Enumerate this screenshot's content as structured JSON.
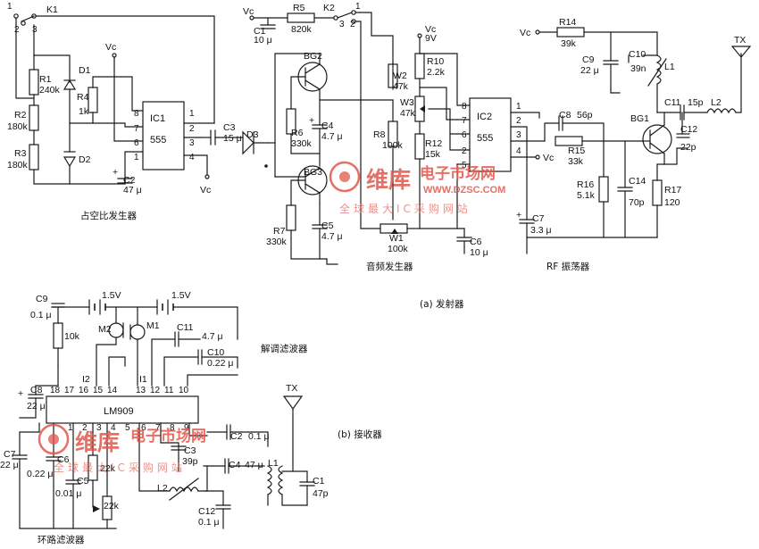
{
  "watermark": {
    "brand": "维库",
    "name": "电子市场网",
    "url": "WWW.DZSC.COM",
    "slogan": "全球最大IC采购网站"
  },
  "captions": {
    "duty_generator": "占空比发生器",
    "audio_generator": "音频发生器",
    "rf_oscillator": "RF 振荡器",
    "transmitter": "(a) 发射器",
    "demod_filter": "解调滤波器",
    "receiver": "(b) 接收器",
    "loop_filter": "环路滤波器"
  },
  "supplies": {
    "vc": "Vc",
    "v9": "9V",
    "v15": "1.5V"
  },
  "antenna": "TX",
  "switch_pins": {
    "p1": "1",
    "p2": "2",
    "p3": "3"
  },
  "transmitter": {
    "K1": "K1",
    "K2": "K2",
    "R1": "R1",
    "R1v": "240k",
    "R2": "R2",
    "R2v": "180k",
    "R3": "R3",
    "R3v": "180k",
    "R4": "R4",
    "R4v": "1k",
    "D1": "D1",
    "D2": "D2",
    "D3": "D3",
    "C2": "C2",
    "C2v": "47 μ",
    "IC1": "IC1",
    "IC1t": "555",
    "C3": "C3",
    "C3v": "15 μ",
    "C1": "C1",
    "C1v": "10 μ",
    "R5": "R5",
    "R5v": "820k",
    "BG2": "BG2",
    "BG3": "BG3",
    "R6": "R6",
    "R6v": "330k",
    "C4": "C4",
    "C4v": "4.7 μ",
    "R7": "R7",
    "R7v": "330k",
    "C5": "C5",
    "C5v": "4.7 μ",
    "W2": "W2",
    "W2v": "47k",
    "R8": "R8",
    "R8v": "100k",
    "W1": "W1",
    "W1v": "100k",
    "R10": "R10",
    "R10v": "2.2k",
    "W3": "W3",
    "W3v": "47k",
    "R12": "R12",
    "R12v": "15k",
    "C6": "C6",
    "C6v": "10 μ",
    "IC2": "IC2",
    "IC2t": "555",
    "C7": "C7",
    "C7v": "3.3 μ",
    "C8": "C8",
    "C8v": "56p",
    "R15": "R15",
    "R15v": "33k",
    "R16": "R16",
    "R16v": "5.1k",
    "C14": "C14",
    "C14v": "70p",
    "R14": "R14",
    "R14v": "39k",
    "C9": "C9",
    "C9v": "22 μ",
    "C10": "C10",
    "C10v": "39n",
    "L1": "L1",
    "C11": "C11",
    "C11v": "15p",
    "L2": "L2",
    "BG1": "BG1",
    "C12": "C12",
    "C12v": "22p",
    "R17": "R17",
    "R17v": "120"
  },
  "receiver": {
    "C9": "C9",
    "C9v": "0.1 μ",
    "R10": "10k",
    "M1": "M1",
    "M2": "M2",
    "C11": "C11",
    "C11v": "4.7 μ",
    "C10": "C10",
    "C10v": "0.22 μ",
    "C8": "C8",
    "C8v": "22 μ",
    "chip": "LM909",
    "I1": "I1",
    "I2": "I2",
    "C2": "C2",
    "C2v": "0.1 μ",
    "C3": "C3",
    "C3v": "39p",
    "C4": "C4",
    "C4v": "47 μ",
    "L1": "L1",
    "L2": "L2",
    "C1": "C1",
    "C1v": "47p",
    "C7": "C7",
    "C7v": "22 μ",
    "C6": "C6",
    "C6v": "0.22 μ",
    "C5": "C5",
    "C5v": "0.01 μ",
    "R22a": "22k",
    "R22b": "22k",
    "C12": "C12",
    "C12v": "0.1 μ"
  }
}
